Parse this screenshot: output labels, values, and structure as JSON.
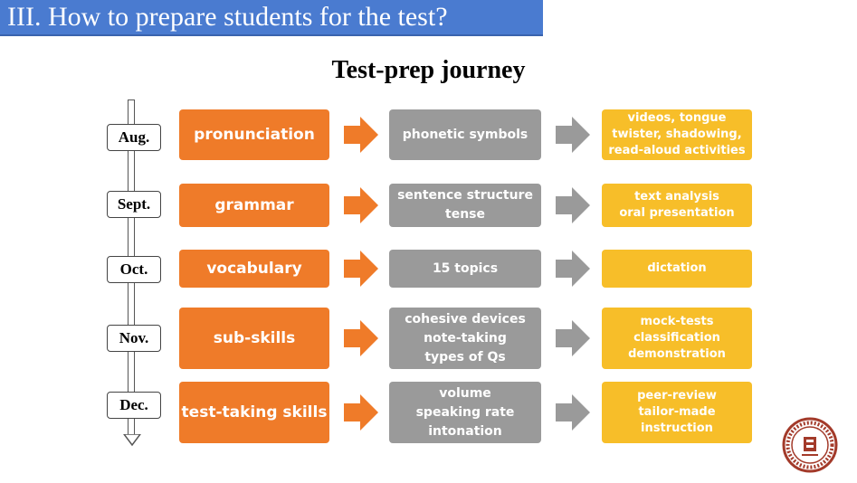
{
  "header": {
    "title": "III. How to prepare students for the test?"
  },
  "diagram": {
    "title": "Test-prep journey",
    "rows": [
      {
        "month": "Aug.",
        "topic": "pronunciation",
        "method": "phonetic symbols",
        "activities": "videos, tongue twister, shadowing, read-aloud activities"
      },
      {
        "month": "Sept.",
        "topic": "grammar",
        "method": "sentence structure\ntense",
        "activities": "text analysis\noral presentation"
      },
      {
        "month": "Oct.",
        "topic": "vocabulary",
        "method": "15 topics",
        "activities": "dictation"
      },
      {
        "month": "Nov.",
        "topic": "sub-skills",
        "method": "cohesive devices\nnote-taking\ntypes of Qs",
        "activities": "mock-tests\nclassification\ndemonstration"
      },
      {
        "month": "Dec.",
        "topic": "test-taking skills",
        "method": "volume\nspeaking rate\nintonation",
        "activities": "peer-review\ntailor-made instruction"
      }
    ]
  },
  "colors": {
    "header": "#4a7bd0",
    "topic": "#ef7b29",
    "method": "#9a9a9a",
    "activity": "#f7be29",
    "seal": "#a33a2a"
  },
  "icons": {
    "logo": "school-seal-icon"
  }
}
